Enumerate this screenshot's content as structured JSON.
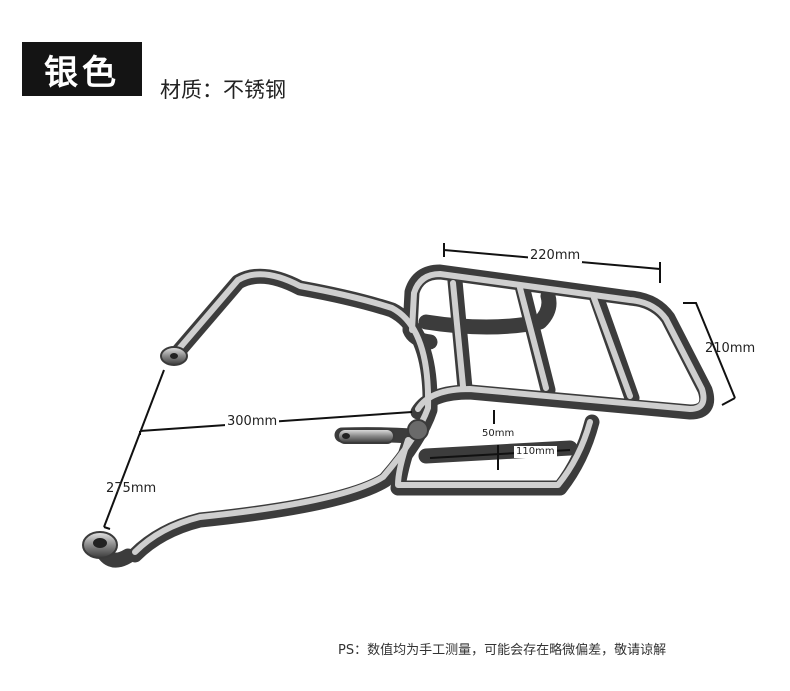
{
  "header": {
    "color_badge": "银色",
    "material_text": "材质：不锈钢"
  },
  "product": {
    "name_icon": "rear-luggage-rack",
    "dimensions": {
      "width_top": "220mm",
      "depth_top": "210mm",
      "length": "300mm",
      "height": "275mm",
      "gap": "50mm",
      "bottom_width": "110mm"
    }
  },
  "footnote": "PS：数值均为手工测量，可能会存在略微偏差，敬请谅解",
  "colors": {
    "badge_background": "#141414",
    "badge_text": "#ffffff",
    "metal_dark": "#4a4a4a",
    "metal_light": "#d8d8d8"
  }
}
